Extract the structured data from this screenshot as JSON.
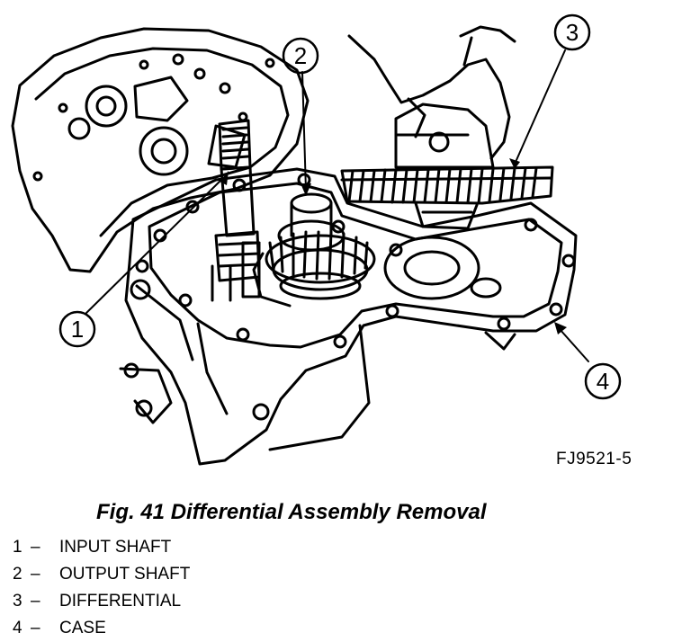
{
  "figure": {
    "callouts": [
      {
        "number": "1",
        "name": "input-shaft"
      },
      {
        "number": "2",
        "name": "output-shaft"
      },
      {
        "number": "3",
        "name": "differential"
      },
      {
        "number": "4",
        "name": "case"
      }
    ],
    "figure_id": "FJ9521-5"
  },
  "caption": "Fig. 41 Differential Assembly Removal",
  "legend": [
    {
      "number": "1",
      "dash": "–",
      "label": "INPUT SHAFT"
    },
    {
      "number": "2",
      "dash": "–",
      "label": "OUTPUT SHAFT"
    },
    {
      "number": "3",
      "dash": "–",
      "label": "DIFFERENTIAL"
    },
    {
      "number": "4",
      "dash": "–",
      "label": "CASE"
    }
  ]
}
